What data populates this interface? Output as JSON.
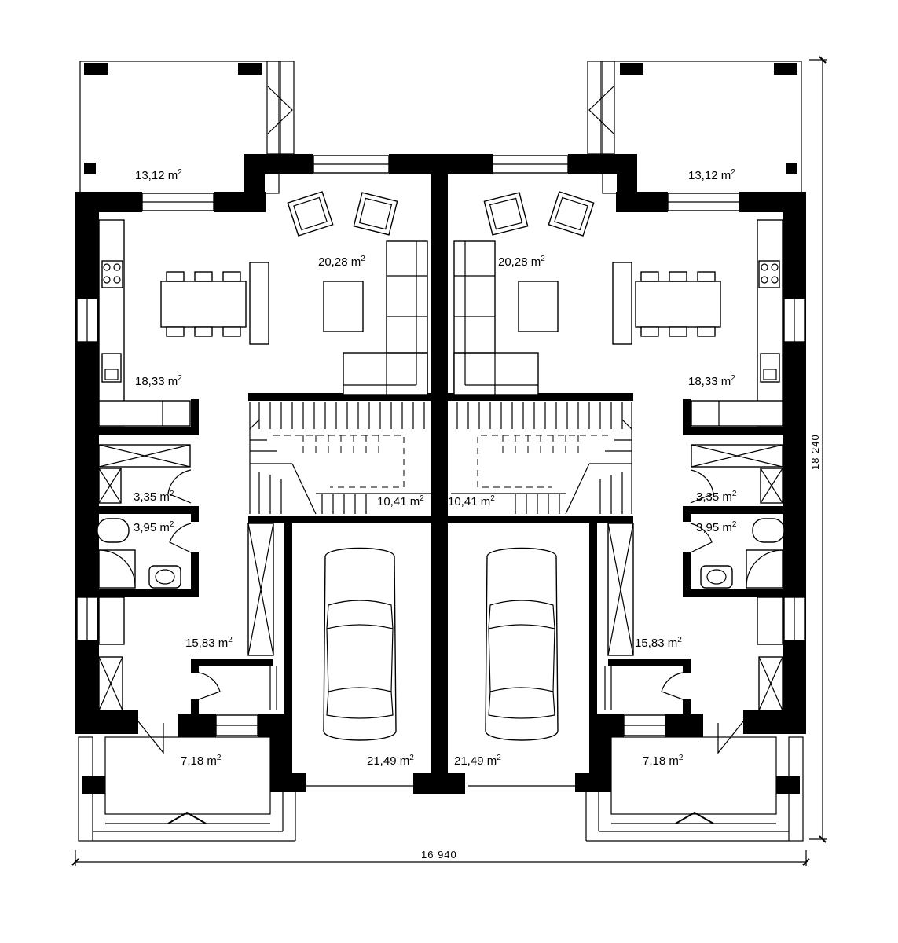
{
  "overall_dimensions": {
    "width": "16 940",
    "height": "18 240"
  },
  "units": {
    "area": "m",
    "area_exponent": "2"
  },
  "rooms_left": {
    "terrace": "13,12",
    "living": "20,28",
    "kitchen": "18,33",
    "utility": "3,35",
    "wc": "3,95",
    "hall": "15,83",
    "stair": "10,41",
    "garage": "21,49",
    "porch": "7,18"
  },
  "rooms_right": {
    "terrace": "13,12",
    "living": "20,28",
    "kitchen": "18,33",
    "utility": "3,35",
    "wc": "3,95",
    "hall": "15,83",
    "stair": "10,41",
    "garage": "21,49",
    "porch": "7,18"
  }
}
